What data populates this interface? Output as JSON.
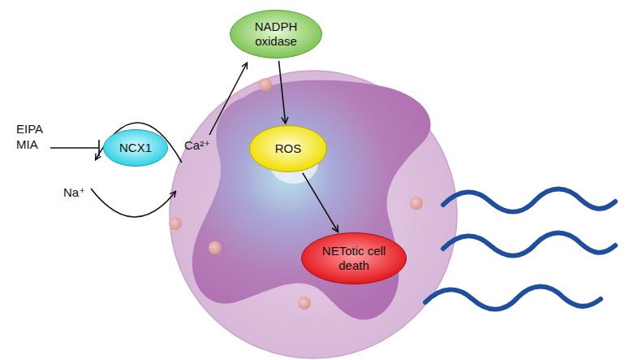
{
  "diagram": {
    "nodes": [
      {
        "text": [
          "NADPH oxidase"
        ]
      },
      {
        "text": [
          "NCX1"
        ]
      },
      {
        "text": [
          "ROS"
        ]
      },
      {
        "text": [
          "NETotic cell death"
        ]
      }
    ],
    "edges": [
      {
        "from": 0,
        "to": 2,
        "arrow": "to"
      },
      {
        "from": 2,
        "to": 3,
        "arrow": "to"
      }
    ],
    "labels": [
      "EIPA MIA",
      "Ca²⁺",
      "Na⁺"
    ]
  }
}
